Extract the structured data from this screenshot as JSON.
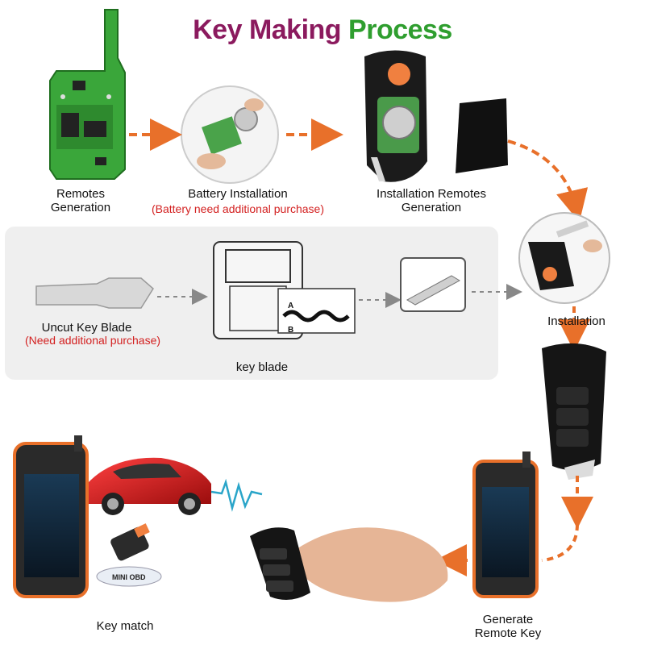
{
  "title": {
    "part1": "Key Making Process",
    "word1": "Key Making",
    "word2": "Process"
  },
  "steps": {
    "remotes_generation": "Remotes\nGeneration",
    "remotes_line1": "Remotes",
    "remotes_line2": "Generation",
    "battery_installation": "Battery Installation",
    "battery_note": "(Battery need additional purchase)",
    "installation_remotes_line1": "Installation Remotes",
    "installation_remotes_line2": "Generation",
    "installation": "Installation",
    "uncut_key_blade": "Uncut Key  Blade",
    "uncut_note": "(Need additional purchase)",
    "key_blade": "key blade",
    "generate_line1": "Generate",
    "generate_line2": "Remote Key",
    "key_match": "Key match"
  },
  "machine_labels": {
    "a": "A",
    "b": "B"
  },
  "obd_label": "MINI OBD",
  "colors": {
    "title_purple": "#8b1a5e",
    "title_green": "#2f9e2f",
    "arrow_orange": "#e8702a",
    "note_red": "#d32020",
    "pcb_green": "#3aa63a",
    "panel_gray": "#efefef"
  }
}
